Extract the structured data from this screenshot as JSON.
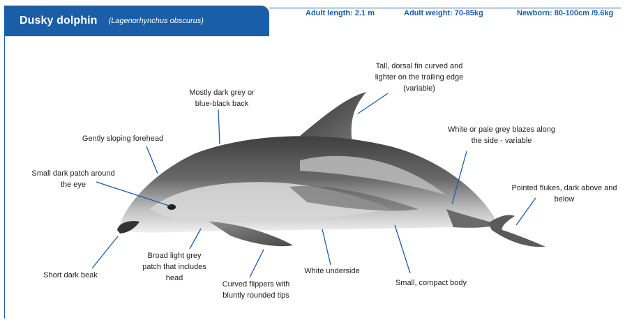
{
  "header": {
    "common_name": "Dusky dolphin",
    "scientific_name": "(Lagenorhynchus obscurus)",
    "adult_length": "Adult length: 2.1 m",
    "adult_weight": "Adult weight: 70-85kg",
    "newborn": "Newborn: 80-100cm /9.6kg"
  },
  "colors": {
    "accent": "#1b5ea8",
    "pointer": "#1b5ea8",
    "text": "#222222"
  },
  "labels": {
    "dorsal_fin": "Tall, dorsal fin curved and\nlighter on the trailing edge\n(variable)",
    "back": "Mostly dark grey or\nblue-black back",
    "forehead": "Gently  sloping forehead",
    "eye_patch": "Small dark patch around\nthe eye",
    "blazes": "White or pale grey blazes along\nthe side - variable",
    "flukes": "Pointed flukes, dark above and\nbelow",
    "beak": "Short dark beak",
    "head_patch": "Broad light grey\npatch that includes\nhead",
    "flippers": "Curved flippers with\nbluntly rounded tips",
    "underside": "White underside",
    "body": "Small, compact body"
  }
}
